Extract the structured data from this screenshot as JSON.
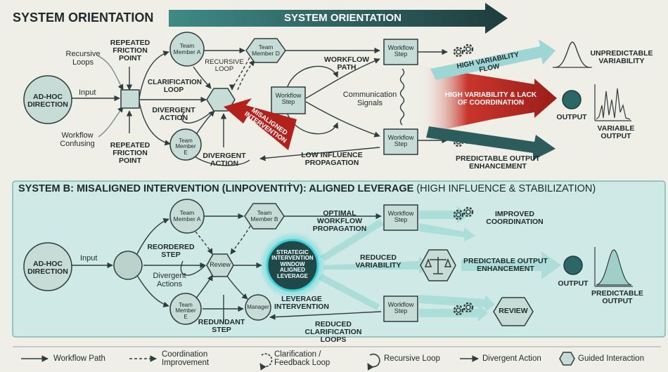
{
  "header": {
    "title": "SYSTEM ORIENTATION",
    "banner": "SYSTEM ORIENTATION"
  },
  "system_a": {
    "recursive_loops": "Recursive Loops",
    "repeated_friction_top": "REPEATED FRICTION POINT",
    "adhoc": "AD-HOC DIRECTION",
    "input": "Input",
    "workflow_confusing": "Workflow Confusing",
    "repeated_friction_bottom": "REPEATED FRICTION POINT",
    "team_a": "Team Member A",
    "team_d": "Team Member D",
    "team_e": "Team Member E",
    "recursive_loop": "RECURSIVE LOOP",
    "clarification_loop": "CLARIFICATION LOOP",
    "divergent_action_1": "DIVERGENT ACTION",
    "divergent_action_2": "DIVERGENT ACTION",
    "workflow_step_center": "Workflow Step",
    "workflow_path": "WORKFLOW PATH",
    "communication_signals": "Communication Signals",
    "misaligned_intervention": "MISALIGNED INTERVENTION",
    "low_influence": "LOW INFLUENCE PROPAGATION",
    "workflow_step_top": "Workflow Step",
    "workflow_step_bottom": "Workflow Step",
    "high_variability_flow": "HIGH VARIABILITY FLOW",
    "high_variability_lack": "HIGH VARIABILITY & LACK OF COORDINATION",
    "unpredictable_variability": "UNPREDICTABLE VARIABILITY",
    "output": "OUTPUT",
    "variable_output": "VARIABLE OUTPUT",
    "predictable_output_enh": "PREDICTABLE OUTPUT ENHANCEMENT"
  },
  "system_b": {
    "title_bold": "SYSTEM B: MISALIGNED INTERVENTION (LINPOVENTIṪV): ALIGNED LEVERAGE",
    "title_rest": " (HIGH INFLUENCE & STABILIZATION)",
    "adhoc": "AD-HOC DIRECTION",
    "input": "Input",
    "team_a": "Team Member A",
    "team_b": "Team Member B",
    "team_e": "Team Member E",
    "reordered_step": "REORDERED STEP",
    "divergent_actions": "Divergent Actions",
    "review_node": "Review",
    "manager": "Manager",
    "redundant_step": "REDUNDANT STEP",
    "strategic": "STRATEGIC INTERVENTION WINDOW ALIGNED LEVERAGE",
    "optimal": "OPTIMAL WORKFLOW PROPAGATION",
    "leverage_intervention": "LEVERAGE INTERVENTION",
    "reduced_clarification": "REDUCED CLARIFICATION LOOPS",
    "reduced_variability": "REDUCED VARIABILITY",
    "workflow_step_top": "Workflow Step",
    "workflow_step_bottom": "Workflow Step",
    "improved_coordination": "IMPROVED COORDINATION",
    "predictable_output_enh": "PREDICTABLE OUTPUT ENHANCEMENT",
    "review_hex": "REVIEW",
    "output": "OUTPUT",
    "predictable_output": "PREDICTABLE OUTPUT"
  },
  "legend": {
    "workflow_path": "Workflow Path",
    "coordination": "Coordination Improvement",
    "clarification": "Clarification / Feedback Loop",
    "recursive": "Recursive Loop",
    "divergent": "Divergent Action",
    "guided": "Guided Interaction"
  },
  "colors": {
    "background": "#efeee7",
    "panel_b": "#cfe9e6",
    "dark_teal": "#2d5c5c",
    "node_fill": "#c7dcd6",
    "red": "#b3211c",
    "light_teal": "#9ed6d6",
    "glow": "#3fd1d7"
  }
}
